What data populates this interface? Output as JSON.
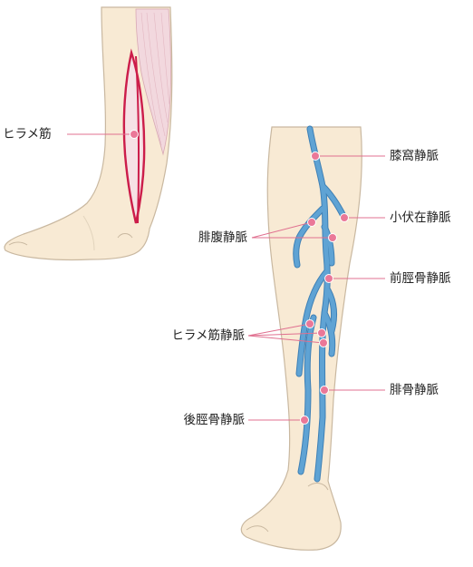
{
  "labels": {
    "soleus_muscle": "ヒラメ筋",
    "popliteal_vein": "膝窩静脈",
    "small_saphenous_vein": "小伏在静脈",
    "gastrocnemius_veins": "腓腹静脈",
    "anterior_tibial_vein": "前脛骨静脈",
    "soleal_veins": "ヒラメ筋静脈",
    "peroneal_vein": "腓骨静脈",
    "posterior_tibial_vein": "後脛骨静脈"
  },
  "colors": {
    "skin": "#f8ead4",
    "skin_outline": "#c9b8a0",
    "muscle": "#cc1d4a",
    "muscle_fill": "#f2d8de",
    "vein": "#5fa3d4",
    "vein_outline": "#3f80b5",
    "leader": "#e07090",
    "marker": "#ea7898"
  }
}
